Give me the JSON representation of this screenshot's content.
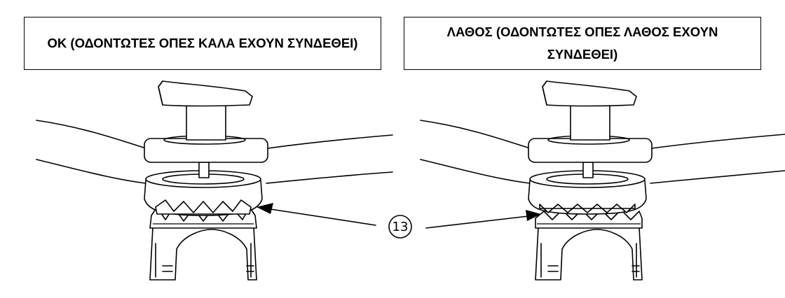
{
  "captions": {
    "ok": "OK (ΟΔΟΝΤΩΤΕΣ ΟΠΕΣ ΚΑΛΑ ΕΧΟΥΝ ΣΥΝΔΕΘΕΙ)",
    "wrong": "ΛΑΘΟΣ (ΟΔΟΝΤΩΤΕΣ ΟΠΕΣ ΛΑΘΟΣ ΕΧΟΥΝ ΣΥΝΔΕΘΕΙ)"
  },
  "callout": {
    "number": "13"
  },
  "panels": [
    {
      "state": "ok",
      "teeth_engaged": true
    },
    {
      "state": "wrong",
      "teeth_engaged": false
    }
  ]
}
